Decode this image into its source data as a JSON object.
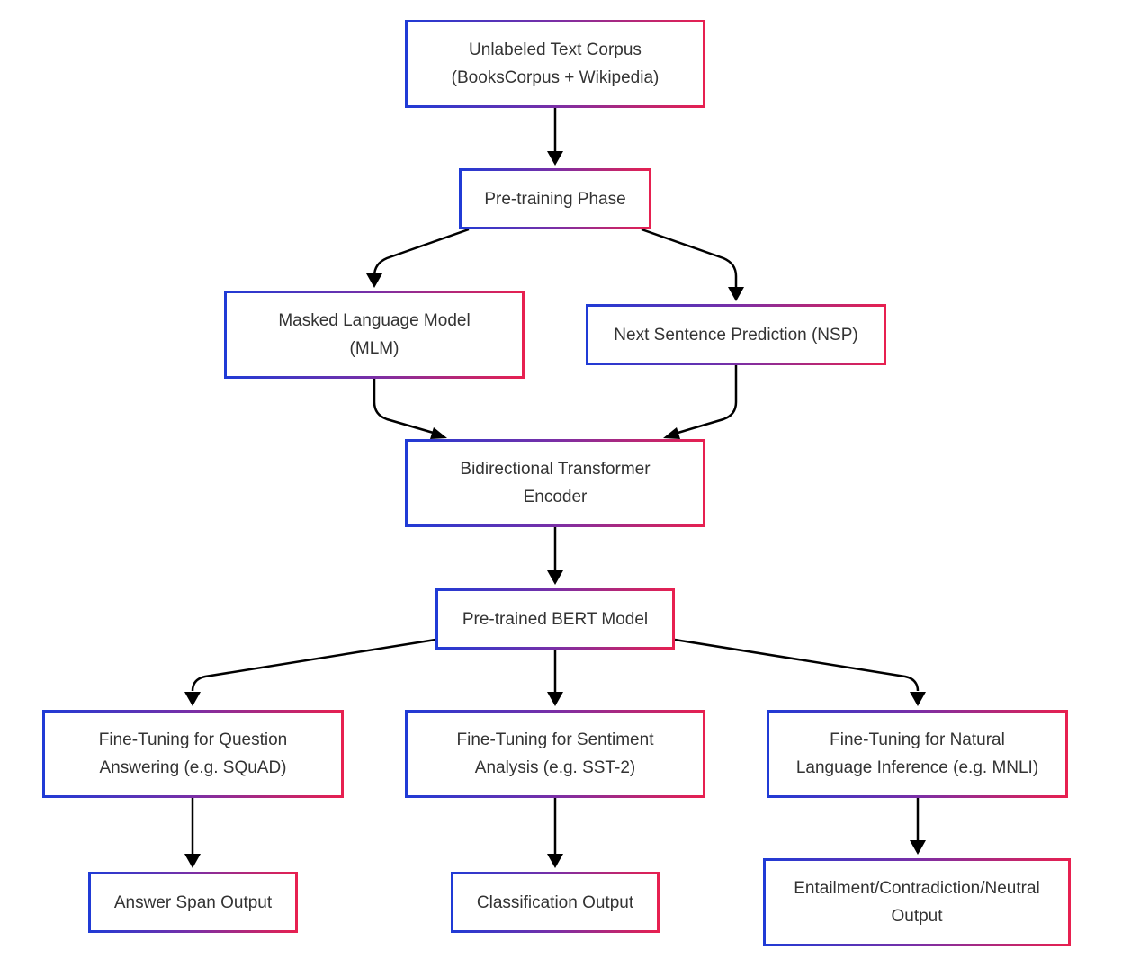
{
  "diagram": {
    "nodes": {
      "corpus": {
        "line1": "Unlabeled Text Corpus",
        "line2": "(BooksCorpus + Wikipedia)"
      },
      "pretrain": {
        "line1": "Pre-training Phase"
      },
      "mlm": {
        "line1": "Masked Language Model",
        "line2": "(MLM)"
      },
      "nsp": {
        "line1": "Next Sentence Prediction (NSP)"
      },
      "encoder": {
        "line1": "Bidirectional Transformer",
        "line2": "Encoder"
      },
      "bert": {
        "line1": "Pre-trained BERT Model"
      },
      "ft_qa": {
        "line1": "Fine-Tuning for Question",
        "line2": "Answering (e.g. SQuAD)"
      },
      "ft_sent": {
        "line1": "Fine-Tuning for Sentiment",
        "line2": "Analysis (e.g. SST-2)"
      },
      "ft_nli": {
        "line1": "Fine-Tuning for Natural",
        "line2": "Language Inference (e.g. MNLI)"
      },
      "out_span": {
        "line1": "Answer Span Output"
      },
      "out_cls": {
        "line1": "Classification Output"
      },
      "out_ent": {
        "line1": "Entailment/Contradiction/Neutral",
        "line2": "Output"
      }
    },
    "edges": [
      {
        "from": "corpus",
        "to": "pretrain"
      },
      {
        "from": "pretrain",
        "to": "mlm"
      },
      {
        "from": "pretrain",
        "to": "nsp"
      },
      {
        "from": "mlm",
        "to": "encoder"
      },
      {
        "from": "nsp",
        "to": "encoder"
      },
      {
        "from": "encoder",
        "to": "bert"
      },
      {
        "from": "bert",
        "to": "ft_qa"
      },
      {
        "from": "bert",
        "to": "ft_sent"
      },
      {
        "from": "bert",
        "to": "ft_nli"
      },
      {
        "from": "ft_qa",
        "to": "out_span"
      },
      {
        "from": "ft_sent",
        "to": "out_cls"
      },
      {
        "from": "ft_nli",
        "to": "out_ent"
      }
    ],
    "colors": {
      "border_gradient_start": "#1f3bd6",
      "border_gradient_mid": "#7a2fa6",
      "border_gradient_end": "#e8204f",
      "edge": "#000000",
      "text": "#333333",
      "background": "#ffffff"
    }
  }
}
